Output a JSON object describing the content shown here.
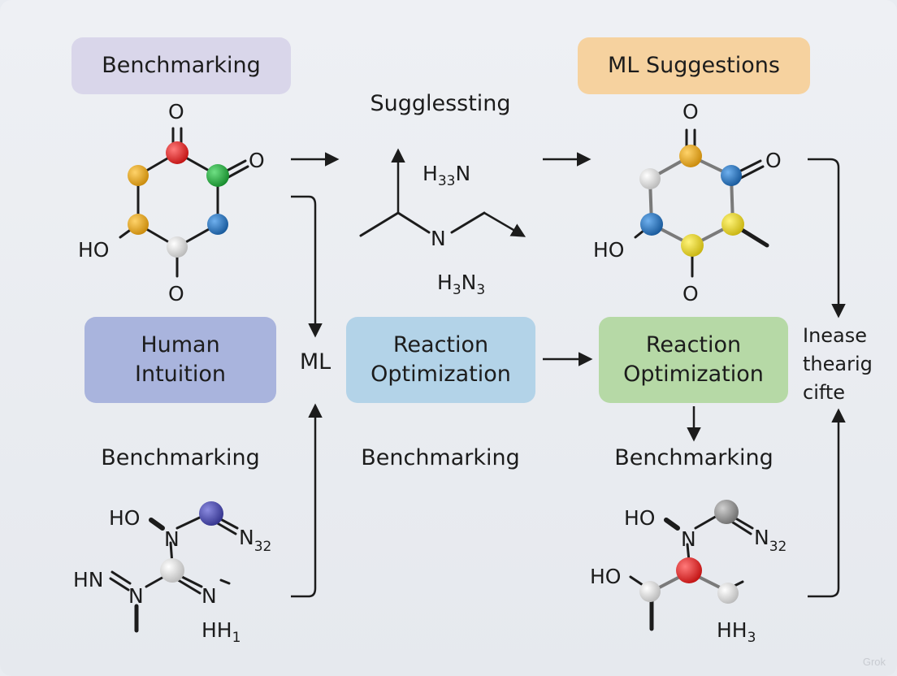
{
  "labels": {
    "benchmarking_top": "Benchmarking",
    "ml_suggestions": "ML Suggestions",
    "suggesting": "Sugglessting",
    "human_intuition_line1": "Human",
    "human_intuition_line2": "Intuition",
    "ml": "ML",
    "reaction_opt_1_line1": "Reaction",
    "reaction_opt_1_line2": "Optimization",
    "reaction_opt_2_line1": "Reaction",
    "reaction_opt_2_line2": "Optimization",
    "increase_line1": "Inease",
    "increase_line2": "thearig",
    "increase_line3": "cifte",
    "benchmarking_bottom_left": "Benchmarking",
    "benchmarking_bottom_mid": "Benchmarking",
    "benchmarking_bottom_right": "Benchmarking",
    "watermark": "Grok"
  },
  "molecules": {
    "left_ring": {
      "o_top": "O",
      "o_right": "O",
      "o_bottom": "O",
      "ho": "HO"
    },
    "middle_fragment": {
      "h3n_main": "H",
      "h3n_sub": "3",
      "h3n_sub2": "3",
      "h3n_end": "N",
      "n": "N",
      "h3n3_h": "H",
      "h3n3_sub1": "3",
      "h3n3_n": "N",
      "h3n3_sub2": "3"
    },
    "right_ring": {
      "o_top": "O",
      "o_right": "O",
      "o_bottom": "O",
      "ho": "HO"
    },
    "bottom_left": {
      "ho": "HO",
      "n1": "N",
      "n32": "N",
      "n32_sub": "32",
      "hn": "HN",
      "n2": "N",
      "n3": "N",
      "hh": "HH",
      "hh_sub": "1"
    },
    "bottom_right": {
      "ho_top": "HO",
      "n1": "N",
      "n32": "N",
      "n32_sub": "32",
      "ho_left": "HO",
      "hh": "HH",
      "hh_sub": "3"
    }
  },
  "colors": {
    "benchmarking_box": "#d9d6ea",
    "ml_suggestions_box": "#f6d29f",
    "human_intuition_box": "#a9b4dd",
    "reaction_opt_1_box": "#b3d3e8",
    "reaction_opt_2_box": "#b6d9a6",
    "atom_red": "#d81e1e",
    "atom_green": "#21a03a",
    "atom_blue": "#1f6fb8",
    "atom_orange": "#e3a118",
    "atom_yellow": "#e6d21a",
    "atom_white": "#eeeeee",
    "atom_gray": "#8f8f8f",
    "atom_purple": "#4747a8"
  }
}
